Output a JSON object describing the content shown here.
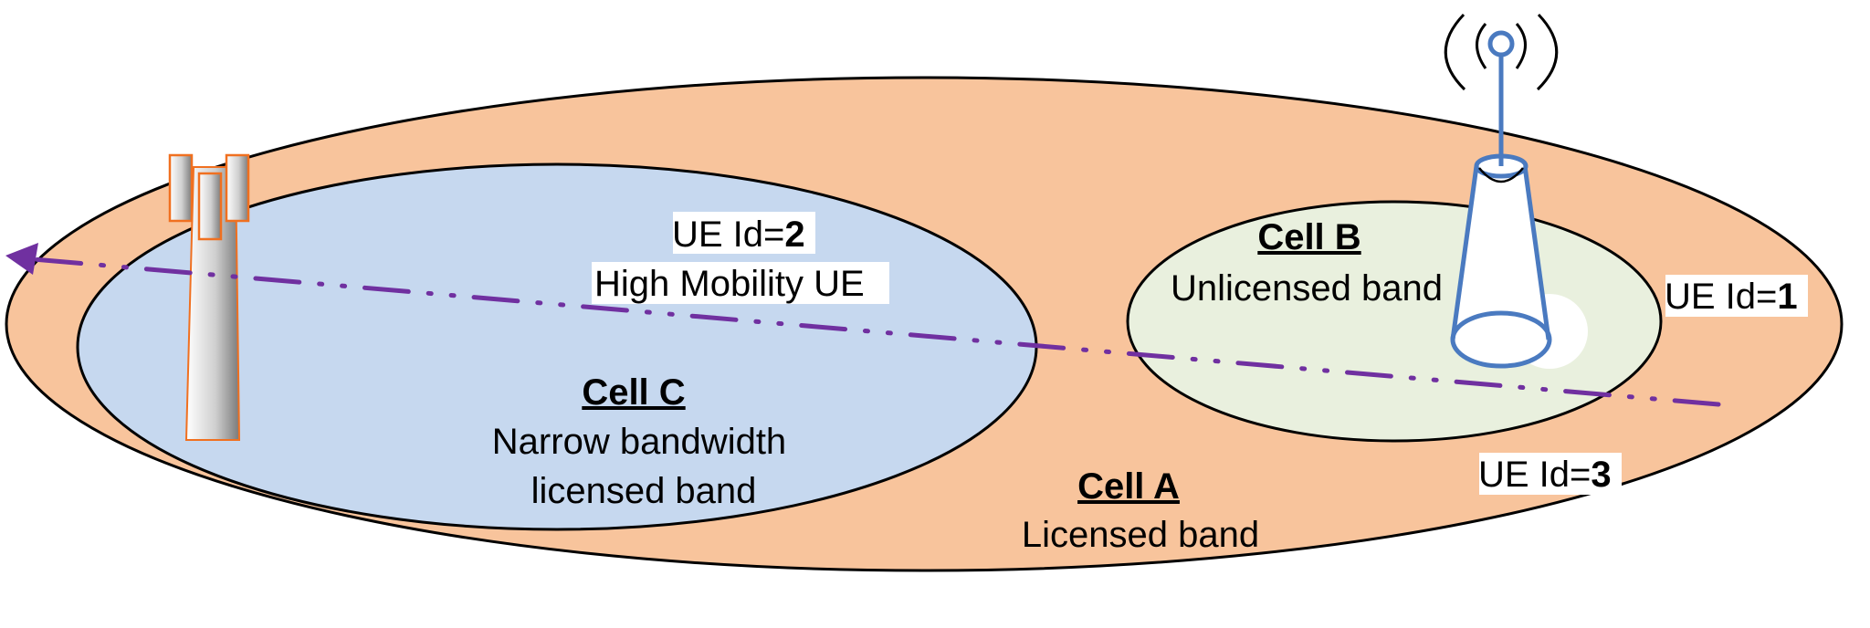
{
  "cells": {
    "a": {
      "title": "Cell A",
      "subtitle": "Licensed band",
      "fill": "#f8c49c"
    },
    "b": {
      "title": "Cell B",
      "subtitle": "Unlicensed band",
      "fill": "#e9f0de"
    },
    "c": {
      "title": "Cell C",
      "subtitle_line1": "Narrow bandwidth",
      "subtitle_line2": "licensed band",
      "fill": "#c6d8ef"
    }
  },
  "ues": {
    "ue1": {
      "prefix": "UE Id=",
      "id": "1"
    },
    "ue2": {
      "prefix": "UE Id=",
      "id": "2",
      "desc": "High Mobility UE"
    },
    "ue3": {
      "prefix": "UE Id=",
      "id": "3"
    }
  },
  "colors": {
    "trajectory": "#7030a0",
    "antenna": "#4a7ac0",
    "tower_outline": "#f07020",
    "outline": "#000000"
  },
  "icons": {
    "macro_tower": "cell-tower-icon",
    "small_cell": "antenna-icon",
    "trajectory_arrow": "arrow-left-icon"
  }
}
